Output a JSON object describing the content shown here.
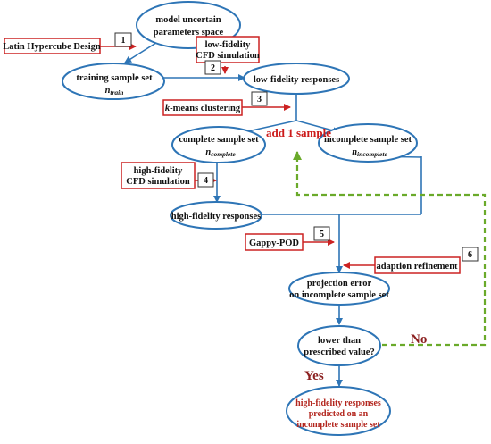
{
  "nodes": {
    "model_space": {
      "line1": "model uncertain",
      "line2": "parameters space"
    },
    "training": {
      "main": "training sample set",
      "sub": "n",
      "sub_idx": "train"
    },
    "lowfi_resp": {
      "main": "low-fidelity responses"
    },
    "complete": {
      "main": "complete sample set",
      "sub": "n",
      "sub_idx": "complete"
    },
    "incomplete": {
      "main": "incomplete sample set",
      "sub": "n",
      "sub_idx": "incomplete"
    },
    "hifi_resp": {
      "main": "high-fidelity responses"
    },
    "proj_error": {
      "line1": "projection error",
      "line2": "on incomplete sample set"
    },
    "decision": {
      "line1": "lower than",
      "line2": "prescribed value?"
    },
    "final": {
      "line1": "high-fidelity responses",
      "line2": "predicted on an",
      "line3": "incomplete sample set"
    }
  },
  "boxes": {
    "lhd": "Latin Hypercube Design",
    "lowfi_cfd": {
      "line1": "low-fidelity",
      "line2": "CFD simulation"
    },
    "kmeans": {
      "italic": "k",
      "rest": "-means clustering"
    },
    "hifi_cfd": {
      "line1": "high-fidelity",
      "line2": "CFD simulation"
    },
    "gappy": "Gappy-POD",
    "adaption": "adaption refinement"
  },
  "steps": [
    "1",
    "2",
    "3",
    "4",
    "5",
    "6"
  ],
  "labels": {
    "add_sample": "add 1 sample",
    "no": "No",
    "yes": "Yes"
  },
  "colors": {
    "node_stroke": "#2e75b6",
    "box_stroke": "#cc2222",
    "loop": "#6aaa2a",
    "arrow": "#2e75b6",
    "red": "#cc1a1a"
  }
}
